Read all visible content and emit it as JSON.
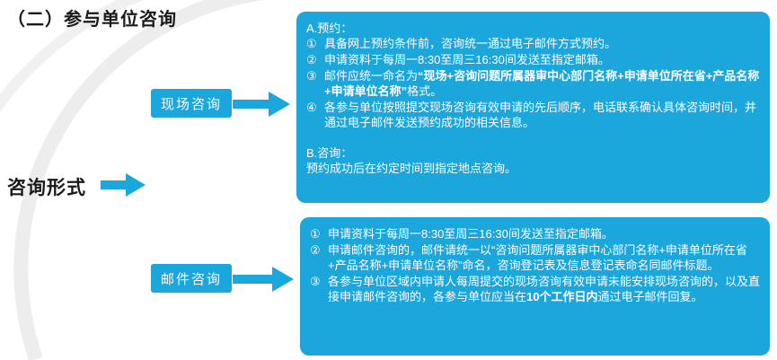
{
  "colors": {
    "accent": "#1BA6DC",
    "text_on_accent": "#FFFFFF"
  },
  "title": "（二）参与单位咨询",
  "flow": {
    "root_label": "咨询形式",
    "branches": [
      {
        "label": "现场咨询"
      },
      {
        "label": "邮件咨询"
      }
    ]
  },
  "onsite_panel": {
    "section_a_header": "A.预约：",
    "section_a_items": [
      {
        "num": "①",
        "segments": [
          {
            "t": "具备网上预约条件前，咨询统一通过电子邮件方式预约。"
          }
        ]
      },
      {
        "num": "②",
        "segments": [
          {
            "t": "申请资料于每周一8:30至周三16:30间发送至指定邮箱。"
          }
        ]
      },
      {
        "num": "③",
        "segments": [
          {
            "t": "邮件应统一命名为"
          },
          {
            "t": "“现场+咨询问题所属器审中心部门名称+申请单位所在省+产品名称+申请单位名称”",
            "b": true
          },
          {
            "t": "格式。"
          }
        ]
      },
      {
        "num": "④",
        "segments": [
          {
            "t": "各参与单位按照提交现场咨询有效申请的先后顺序，电话联系确认具体咨询时间，并通过电子邮件发送预约成功的相关信息。"
          }
        ]
      }
    ],
    "section_b_header": "B.咨询：",
    "section_b_text": "预约成功后在约定时间到指定地点咨询。"
  },
  "email_panel": {
    "items": [
      {
        "num": "①",
        "segments": [
          {
            "t": "申请资料于每周一8:30至周三16:30间发送至指定邮箱。"
          }
        ]
      },
      {
        "num": "②",
        "segments": [
          {
            "t": "申请邮件咨询的，邮件请统一以“咨询问题所属器审中心部门名称+申请单位所在省+产品名称+申请单位名称”命名，咨询登记表及信息登记表命名同邮件标题。"
          }
        ]
      },
      {
        "num": "③",
        "segments": [
          {
            "t": "各参与单位区域内申请人每周提交的现场咨询有效申请未能安排现场咨询的，以及直接申请邮件咨询的，各参与单位应当在"
          },
          {
            "t": "10个工作日内",
            "b": true
          },
          {
            "t": "通过电子邮件回复。"
          }
        ]
      }
    ]
  }
}
